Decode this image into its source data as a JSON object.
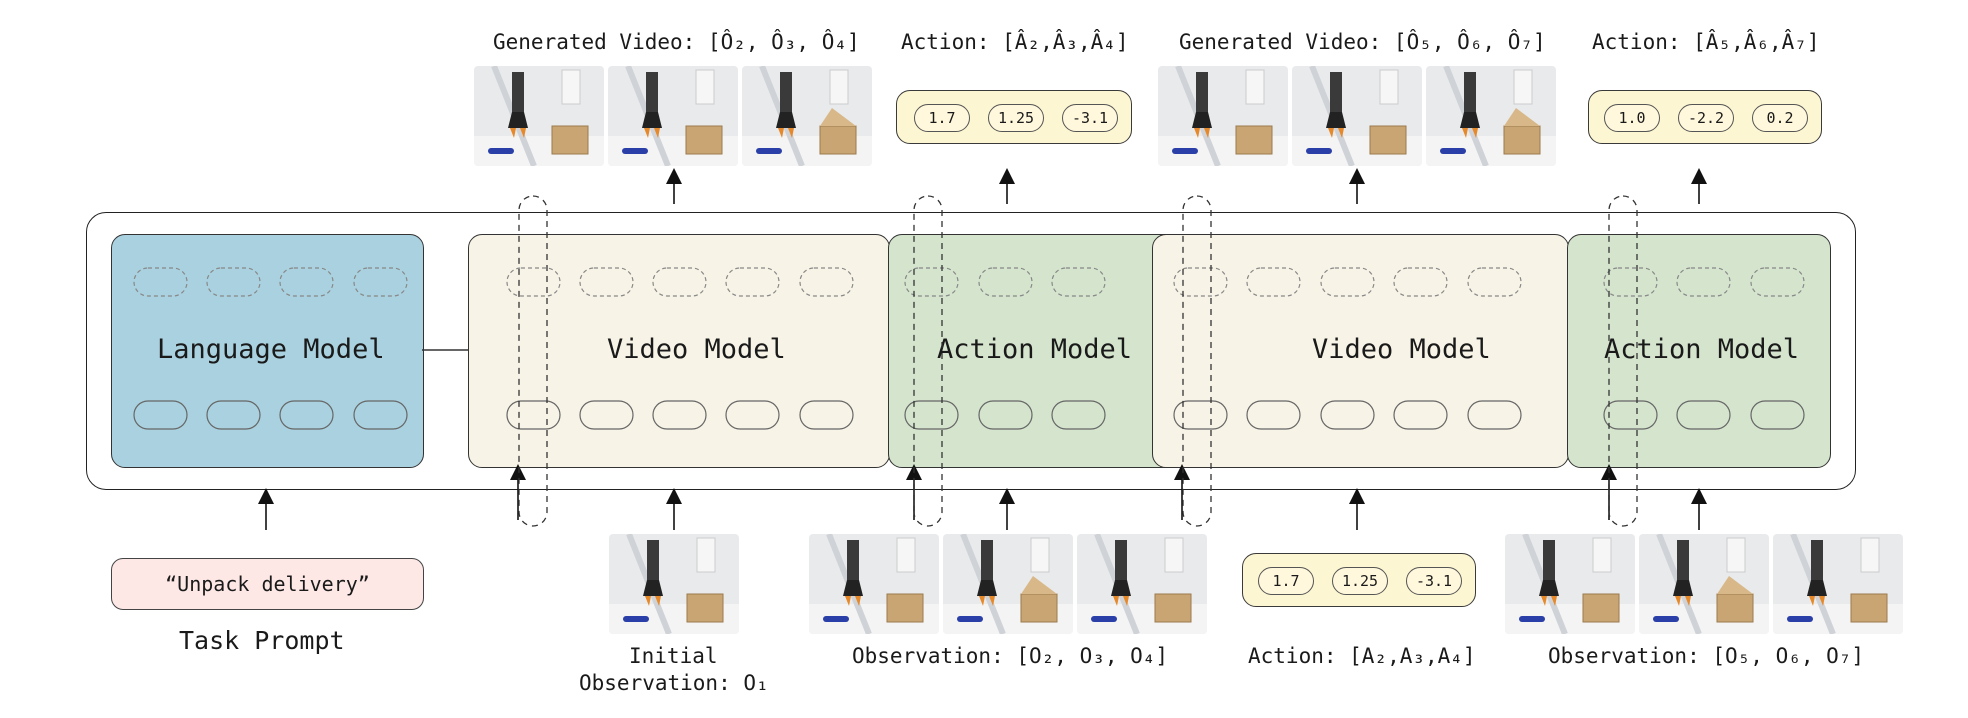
{
  "colors": {
    "language_model": "#a9d1df",
    "video_model": "#f7f3e6",
    "action_model": "#d4e4cd",
    "value_box": "#fcf6d2",
    "prompt_box": "#fde8e6"
  },
  "models": {
    "language": "Language Model",
    "video_1": "Video Model",
    "action_1": "Action Model",
    "video_2": "Video Model",
    "action_2": "Action Model"
  },
  "top": {
    "gen_video_1_label": "Generated Video: [Ô₂, Ô₃, Ô₄]",
    "action_1_label": "Action: [Â₂,Â₃,Â₄]",
    "action_1_values": [
      "1.7",
      "1.25",
      "-3.1"
    ],
    "gen_video_2_label": "Generated Video: [Ô₅, Ô₆, Ô₇]",
    "action_2_label": "Action: [Â₅,Â₆,Â₇]",
    "action_2_values": [
      "1.0",
      "-2.2",
      "0.2"
    ]
  },
  "bottom": {
    "task_prompt_text": "“Unpack delivery”",
    "task_prompt_label": "Task Prompt",
    "initial_obs_line1": "Initial",
    "initial_obs_line2": "Observation: O₁",
    "obs_1_label": "Observation: [O₂, O₃, O₄]",
    "action_label": "Action: [A₂,A₃,A₄]",
    "action_values": [
      "1.7",
      "1.25",
      "-3.1"
    ],
    "obs_2_label": "Observation: [O₅, O₆, O₇]"
  },
  "icons": {
    "robot_frame": "robot-arm-photo",
    "arrow": "arrow-up"
  }
}
